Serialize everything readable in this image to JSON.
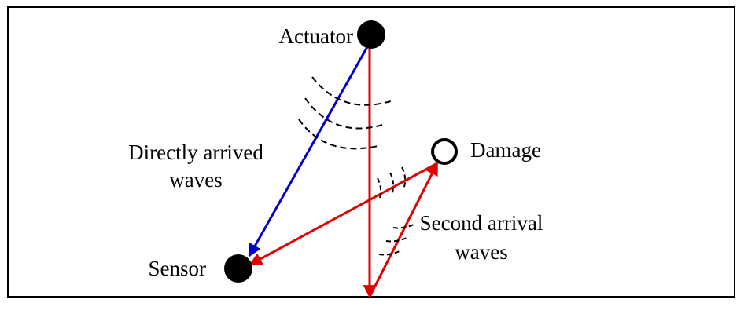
{
  "labels": {
    "actuator": "Actuator",
    "damage": "Damage",
    "direct_line1": "Directly arrived",
    "direct_line2": "waves",
    "sensor": "Sensor",
    "second_line1": "Second arrival",
    "second_line2": "waves"
  },
  "colors": {
    "frame": "#000000",
    "node_fill": "#000000",
    "direct_path": "#0000cc",
    "reflected_path": "#e00000",
    "wavefront": "#000000",
    "background": "#ffffff"
  },
  "icons": {
    "actuator": "filled-circle",
    "sensor": "filled-circle",
    "damage": "hollow-circle"
  }
}
